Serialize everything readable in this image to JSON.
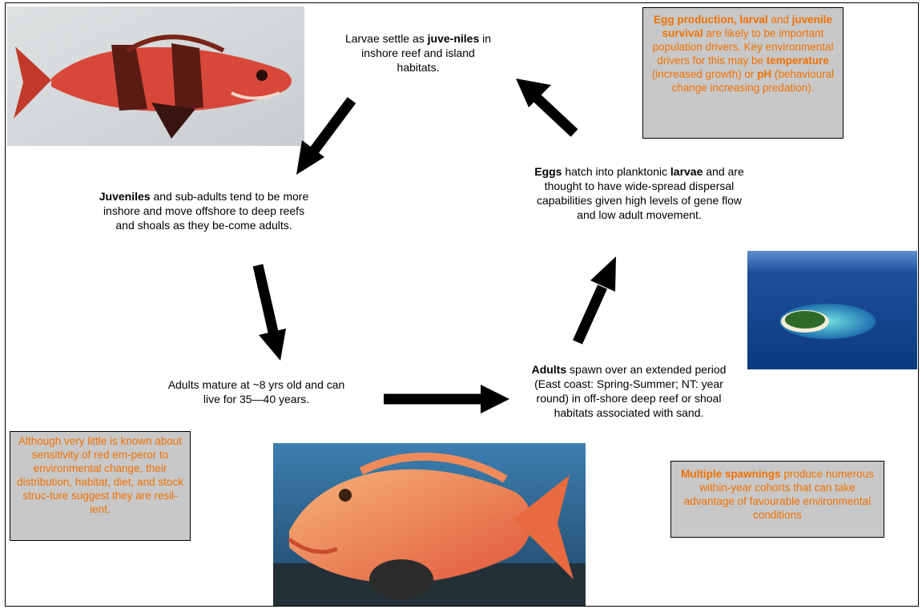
{
  "stages": {
    "larvae_settle": {
      "p1": "Larvae settle as ",
      "b1": "juve-niles",
      "p2": " in inshore reef and island habitats."
    },
    "juveniles": {
      "b1": "Juveniles",
      "p1": " and sub-adults tend to be more inshore and move offshore to deep reefs and shoals as they be-come adults."
    },
    "adults_mature": {
      "p1": "Adults mature at ~8 yrs old and can live for 35—40 years."
    },
    "adults_spawn": {
      "b1": "Adults",
      "p1": " spawn over an extended period (East coast: Spring-Summer; NT: year round) in off-shore deep reef or shoal habitats associated with sand."
    },
    "eggs_hatch": {
      "b1": "Eggs",
      "p1": " hatch into planktonic ",
      "b2": "larvae",
      "p2": " and are thought to have wide-spread dispersal capabilities given high levels of gene flow and low adult movement."
    }
  },
  "notes": {
    "drivers": {
      "b1": "Egg production, larval",
      "p1": " and ",
      "b2": "juvenile survival",
      "p2": " are likely to be important population drivers. Key environmental drivers for this may be ",
      "b3": "temperature",
      "p3": " (increased growth) or ",
      "b4": "pH",
      "p4": " (behavioural change increasing predation)."
    },
    "resilience": {
      "p1": "Although very little is known about sensitivity of red em-peror to environmental change, their distribution, habitat, diet, and stock struc-ture suggest they are resil-ient."
    },
    "spawnings": {
      "b1": "Multiple spawnings",
      "p1": " produce numerous within-year cohorts that can take advantage of favourable environmental conditions"
    }
  },
  "colors": {
    "note_bg": "#c8c8c8",
    "note_text": "#f07000",
    "arrow": "#000000"
  },
  "images": {
    "juvenile_fish": "juvenile-red-emperor-photo",
    "island": "aerial-island-photo",
    "adult_fish": "adult-red-emperor-photo"
  }
}
